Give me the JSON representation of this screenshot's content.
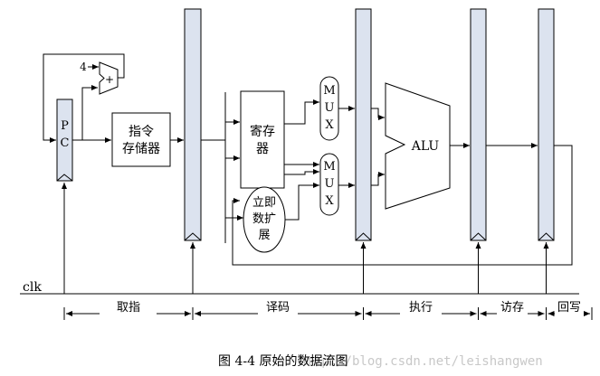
{
  "diagram": {
    "pc_label": [
      "P",
      "C"
    ],
    "const_four": "4",
    "adder_symbol": "+",
    "imem_label": [
      "指令",
      "存储器"
    ],
    "regfile_label": [
      "寄存",
      "器"
    ],
    "imm_label": [
      "立即",
      "数扩",
      "展"
    ],
    "mux_label": [
      "M",
      "U",
      "X"
    ],
    "alu_label": "ALU",
    "clk_label": "clk",
    "stages": [
      "取指",
      "译码",
      "执行",
      "访存",
      "回写"
    ],
    "caption": "图 4-4 原始的数据流图",
    "watermark": "http://blog.csdn.net/leishangwen",
    "colors": {
      "register_fill": "#dce3ef",
      "stroke": "#000000"
    }
  }
}
